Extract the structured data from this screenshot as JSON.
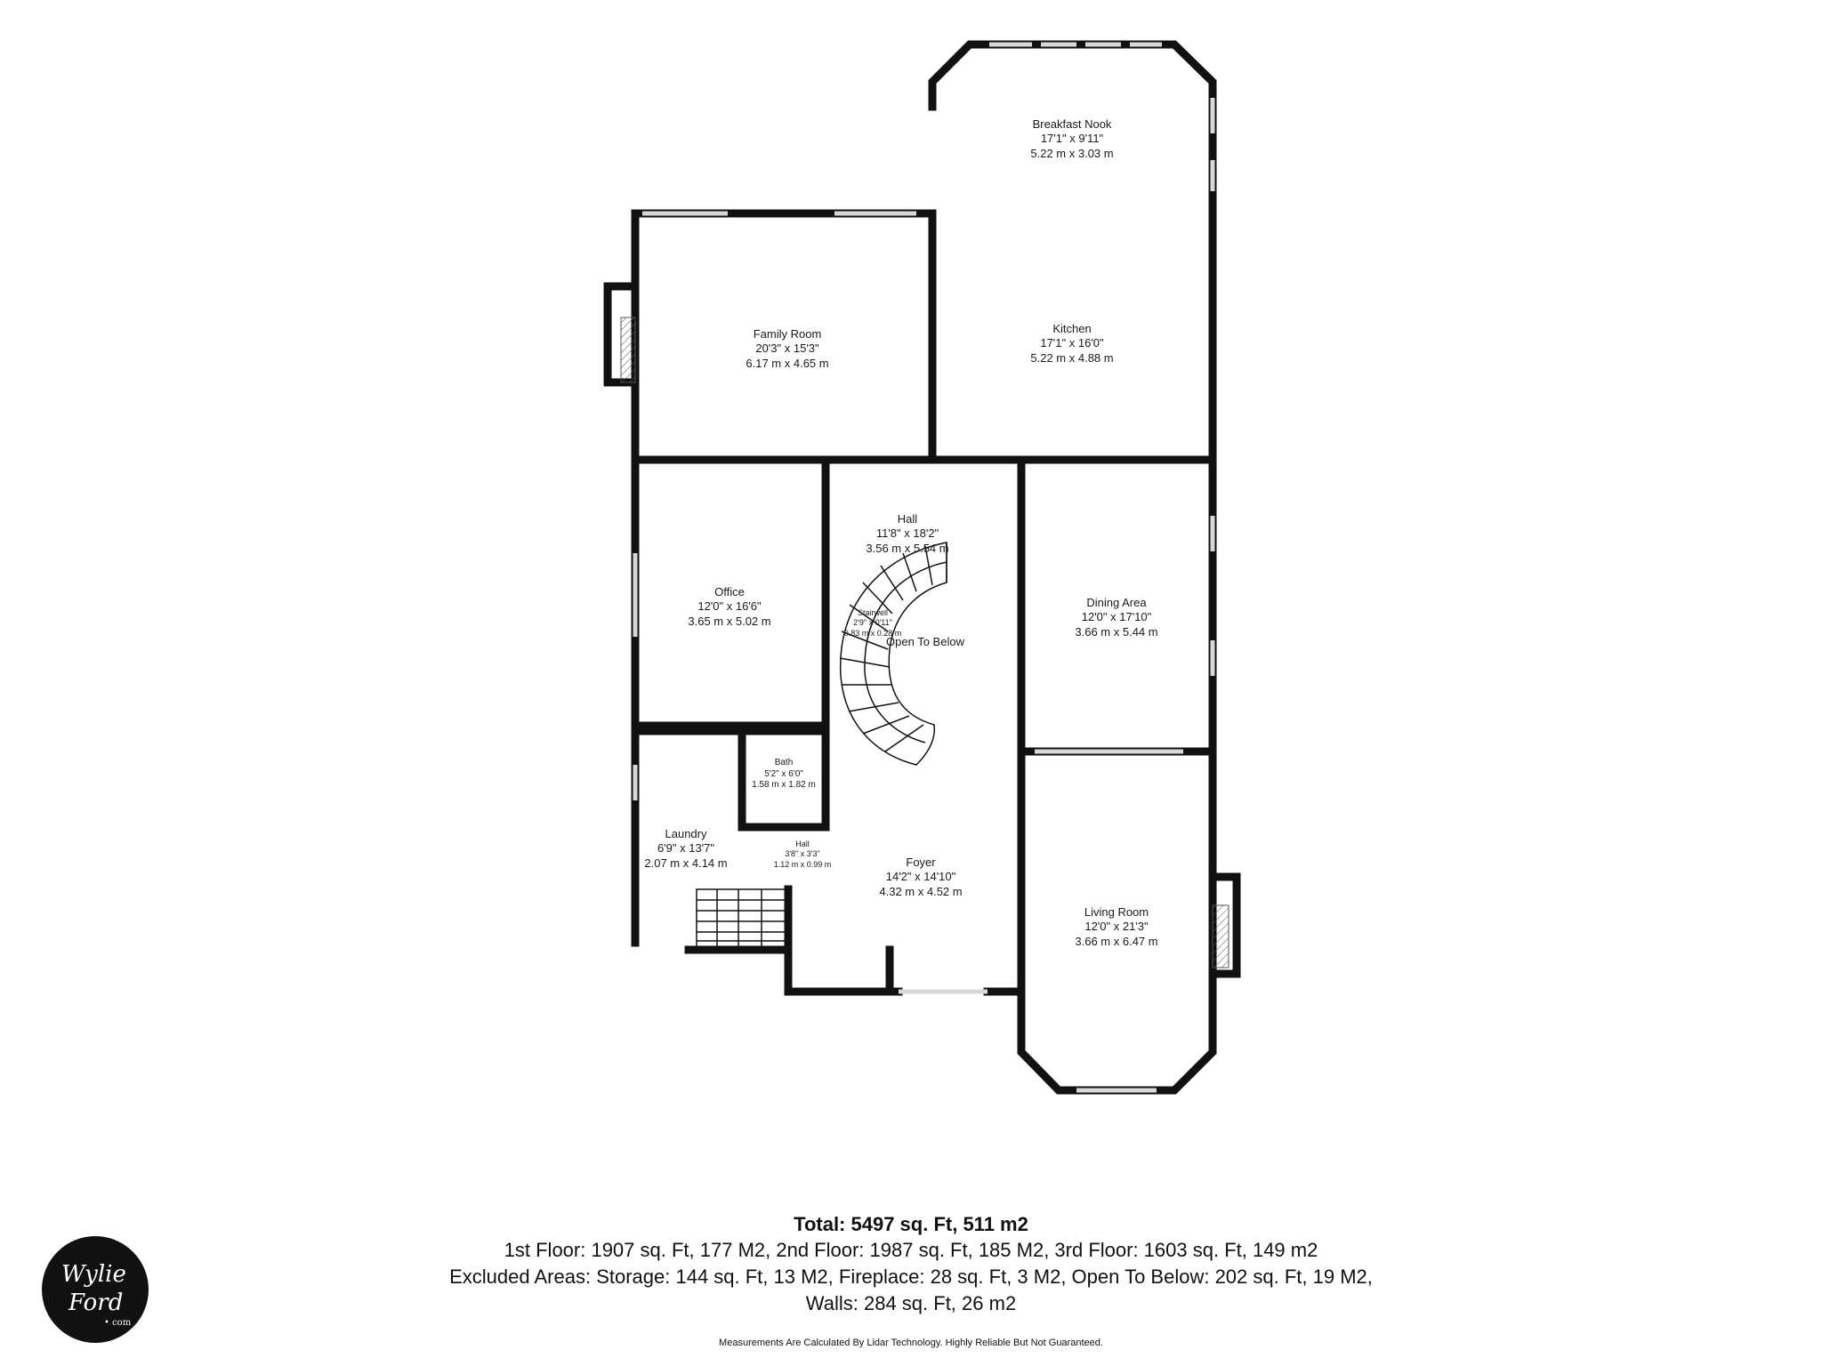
{
  "rooms": [
    {
      "id": "breakfast",
      "name": "Breakfast Nook",
      "dim_imperial": "17'1\" x 9'11\"",
      "dim_metric": "5.22 m x 3.03 m"
    },
    {
      "id": "kitchen",
      "name": "Kitchen",
      "dim_imperial": "17'1\" x 16'0\"",
      "dim_metric": "5.22 m x 4.88 m"
    },
    {
      "id": "family",
      "name": "Family Room",
      "dim_imperial": "20'3\" x 15'3\"",
      "dim_metric": "6.17 m x 4.65 m"
    },
    {
      "id": "hall",
      "name": "Hall",
      "dim_imperial": "11'8\" x 18'2\"",
      "dim_metric": "3.56 m x 5.54 m"
    },
    {
      "id": "office",
      "name": "Office",
      "dim_imperial": "12'0\" x 16'6\"",
      "dim_metric": "3.65 m x 5.02 m"
    },
    {
      "id": "stairwell",
      "name": "Stairwell",
      "dim_imperial": "2'9\" x 0'11\"",
      "dim_metric": "0.83 m x 0.28 m"
    },
    {
      "id": "dining",
      "name": "Dining Area",
      "dim_imperial": "12'0\" x 17'10\"",
      "dim_metric": "3.66 m x 5.44 m"
    },
    {
      "id": "bath",
      "name": "Bath",
      "dim_imperial": "5'2\" x 6'0\"",
      "dim_metric": "1.58 m x 1.82 m"
    },
    {
      "id": "laundry",
      "name": "Laundry",
      "dim_imperial": "6'9\" x 13'7\"",
      "dim_metric": "2.07 m x 4.14 m"
    },
    {
      "id": "hall2",
      "name": "Hall",
      "dim_imperial": "3'8\" x 3'3\"",
      "dim_metric": "1.12 m x 0.99 m"
    },
    {
      "id": "foyer",
      "name": "Foyer",
      "dim_imperial": "14'2\" x 14'10\"",
      "dim_metric": "4.32 m x 4.52 m"
    },
    {
      "id": "living",
      "name": "Living Room",
      "dim_imperial": "12'0\" x 21'3\"",
      "dim_metric": "3.66 m x 6.47 m"
    }
  ],
  "open_to_below": "Open To Below",
  "summary": {
    "total": "Total: 5497 sq. Ft, 511 m2",
    "floors": "1st Floor: 1907 sq. Ft, 177 M2, 2nd Floor: 1987 sq. Ft, 185 M2, 3rd Floor: 1603 sq. Ft, 149 m2",
    "excluded": "Excluded Areas: Storage: 144 sq. Ft, 13 M2, Fireplace: 28 sq. Ft, 3 M2, Open To Below: 202 sq. Ft, 19 M2,",
    "walls": "Walls: 284 sq. Ft, 26 m2"
  },
  "disclaimer": "Measurements Are Calculated By Lidar Technology. Highly Reliable But Not Guaranteed.",
  "logo": {
    "line1": "Wylie",
    "line2": "Ford",
    "line3": "• com"
  },
  "colors": {
    "wall": "#111111",
    "window": "#d8d8d8",
    "background": "#ffffff"
  }
}
